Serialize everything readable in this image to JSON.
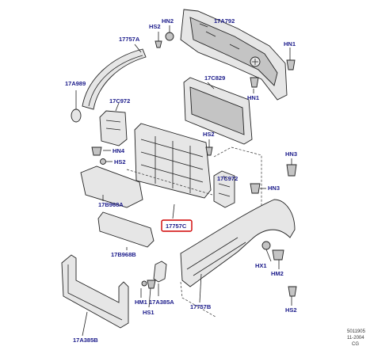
{
  "labels": {
    "hn2_top": "HN2",
    "p17a792": "17A792",
    "hs2_top": "HS2",
    "p17757a": "17757A",
    "hn1_right": "HN1",
    "p17a989": "17A989",
    "p17c829": "17C829",
    "hn1_mid": "HN1",
    "p17c972_left": "17C972",
    "hs2_mid": "HS2",
    "hn4": "HN4",
    "hs2_left": "HS2",
    "hn3_top": "HN3",
    "p17c972_right": "17C972",
    "hn3_mid": "HN3",
    "p17b968a": "17B968A",
    "p17757c": "17757C",
    "p17b968b": "17B968B",
    "hx1": "HX1",
    "hm2": "HM2",
    "hm1": "HM1",
    "p17a385a": "17A385A",
    "hs1": "HS1",
    "p17757b": "17757B",
    "hs2_bottom": "HS2",
    "p17a385b": "17A385B"
  },
  "meta": {
    "ref": "5011905",
    "date": "11-2004",
    "code": "CG"
  },
  "highlight_color": "#d00000",
  "label_color": "#1a1a8a"
}
